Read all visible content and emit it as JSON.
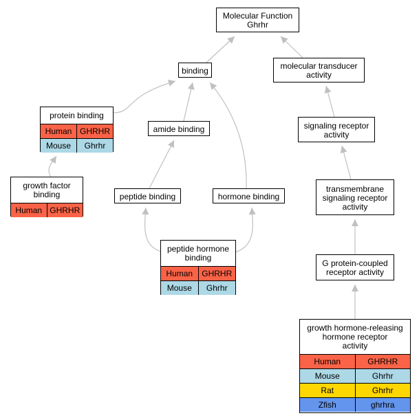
{
  "species_colors": {
    "Human": "#fa6347",
    "Mouse": "#add8e6",
    "Rat": "#ffd700",
    "Zfish": "#6495ed"
  },
  "edge_color": "#c0c0c0",
  "nodes": {
    "mf": {
      "title": "Molecular Function\nGhrhr",
      "rows": []
    },
    "binding": {
      "title": "binding",
      "rows": []
    },
    "mol_transducer": {
      "title": "molecular transducer\nactivity",
      "rows": []
    },
    "protein_binding": {
      "title": "protein binding",
      "rows": [
        {
          "species": "Human",
          "gene": "GHRHR"
        },
        {
          "species": "Mouse",
          "gene": "Ghrhr"
        }
      ]
    },
    "amide_binding": {
      "title": "amide binding",
      "rows": []
    },
    "signaling_receptor": {
      "title": "signaling receptor\nactivity",
      "rows": []
    },
    "growth_factor_binding": {
      "title": "growth factor\nbinding",
      "rows": [
        {
          "species": "Human",
          "gene": "GHRHR"
        }
      ]
    },
    "peptide_binding": {
      "title": "peptide binding",
      "rows": []
    },
    "hormone_binding": {
      "title": "hormone binding",
      "rows": []
    },
    "transmembrane": {
      "title": "transmembrane\nsignaling receptor\nactivity",
      "rows": []
    },
    "peptide_hormone_binding": {
      "title": "peptide hormone\nbinding",
      "rows": [
        {
          "species": "Human",
          "gene": "GHRHR"
        },
        {
          "species": "Mouse",
          "gene": "Ghrhr"
        }
      ]
    },
    "gpcr": {
      "title": "G protein-coupled\nreceptor activity",
      "rows": []
    },
    "ghrh_receptor": {
      "title": "growth hormone-releasing\nhormone receptor\nactivity",
      "rows": [
        {
          "species": "Human",
          "gene": "GHRHR"
        },
        {
          "species": "Mouse",
          "gene": "Ghrhr"
        },
        {
          "species": "Rat",
          "gene": "Ghrhr"
        },
        {
          "species": "Zfish",
          "gene": "ghrhra"
        }
      ]
    }
  },
  "edges": [
    {
      "from": "binding",
      "to": "mf"
    },
    {
      "from": "mol_transducer",
      "to": "mf"
    },
    {
      "from": "protein_binding",
      "to": "binding"
    },
    {
      "from": "amide_binding",
      "to": "binding"
    },
    {
      "from": "hormone_binding",
      "to": "binding"
    },
    {
      "from": "signaling_receptor",
      "to": "mol_transducer"
    },
    {
      "from": "growth_factor_binding",
      "to": "protein_binding"
    },
    {
      "from": "peptide_binding",
      "to": "amide_binding"
    },
    {
      "from": "transmembrane",
      "to": "signaling_receptor"
    },
    {
      "from": "peptide_hormone_binding",
      "to": "peptide_binding"
    },
    {
      "from": "peptide_hormone_binding",
      "to": "hormone_binding"
    },
    {
      "from": "gpcr",
      "to": "transmembrane"
    },
    {
      "from": "ghrh_receptor",
      "to": "gpcr"
    }
  ]
}
